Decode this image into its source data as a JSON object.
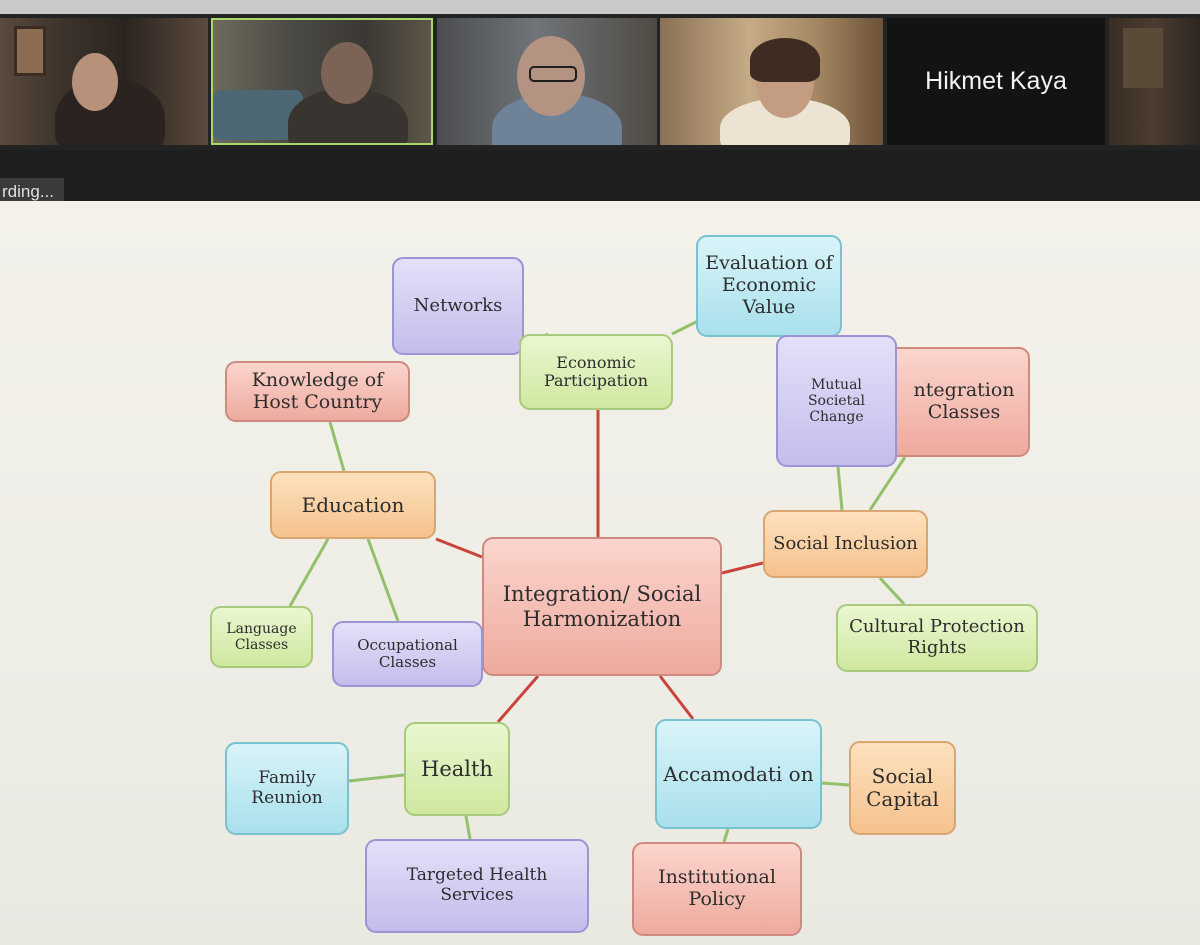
{
  "meeting": {
    "participant_name": "Hikmet Kaya",
    "recording_status": "rding..."
  },
  "diagram": {
    "center": "Integration/ Social Harmonization",
    "nodes": {
      "networks": "Networks",
      "evaluation": "Evaluation of Economic Value",
      "economic_participation": "Economic Participation",
      "knowledge": "Knowledge of Host Country",
      "mutual": "Mutual Societal Change",
      "integration_classes": "ntegration Classes",
      "education": "Education",
      "social_inclusion": "Social Inclusion",
      "language_classes": "Language Classes",
      "occupational_classes": "Occupational Classes",
      "cultural_protection": "Cultural Protection Rights",
      "health": "Health",
      "accommodation": "Accamodati on",
      "family_reunion": "Family Reunion",
      "social_capital": "Social Capital",
      "targeted_health": "Targeted Health Services",
      "institutional_policy": "Institutional Policy"
    }
  },
  "colors": {
    "hub_link": "#c9443a",
    "branch_link": "#93c06a",
    "active_speaker_border": "#a8d86a"
  }
}
